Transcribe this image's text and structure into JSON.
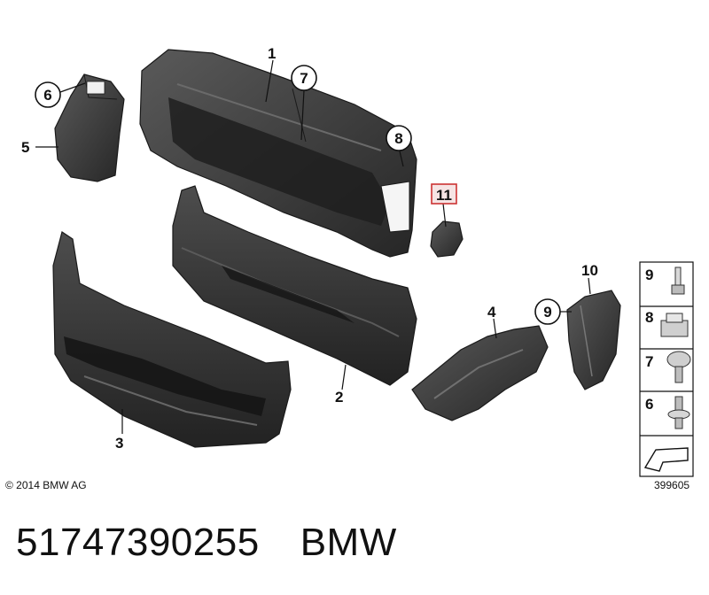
{
  "diagram": {
    "callouts": [
      {
        "id": "c1",
        "label": "1"
      },
      {
        "id": "c2",
        "label": "2"
      },
      {
        "id": "c3",
        "label": "3"
      },
      {
        "id": "c4",
        "label": "4"
      },
      {
        "id": "c5",
        "label": "5"
      },
      {
        "id": "c6",
        "label": "6"
      },
      {
        "id": "c7",
        "label": "7"
      },
      {
        "id": "c8",
        "label": "8"
      },
      {
        "id": "c9",
        "label": "9"
      },
      {
        "id": "c10",
        "label": "10"
      },
      {
        "id": "c11",
        "label": "11"
      }
    ],
    "legend": [
      "9",
      "8",
      "7",
      "6"
    ],
    "highlight_color": "#cc3333",
    "part_color": "#3a3a3a"
  },
  "copyright": "© 2014 BMW AG",
  "drawing_number": "399605",
  "footer": {
    "part_number": "51747390255",
    "brand": "BMW"
  }
}
